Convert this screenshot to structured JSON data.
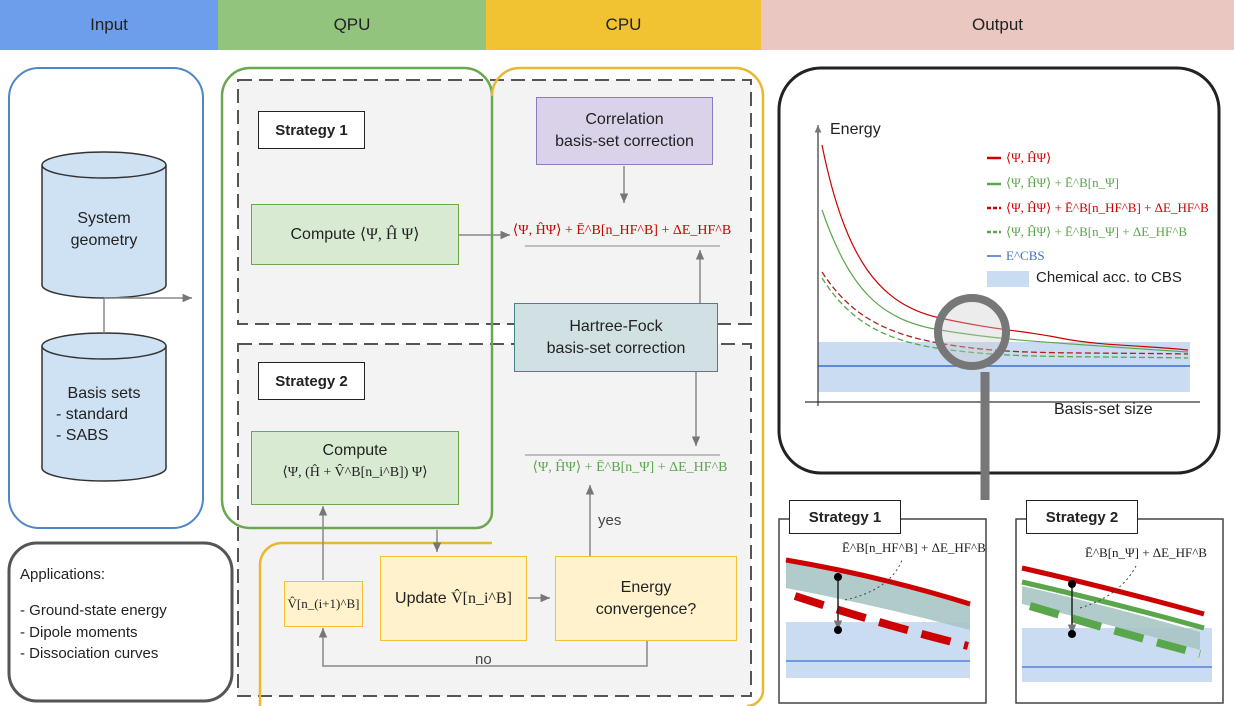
{
  "header": {
    "input": "Input",
    "qpu": "QPU",
    "cpu": "CPU",
    "output": "Output"
  },
  "colors": {
    "input": "#6d9eeb",
    "qpu": "#93c47d",
    "cpu": "#f1c232",
    "output": "#ebc7c1",
    "red": "#cc0000",
    "green": "#5aa64a",
    "blue": "#3d6fcf"
  },
  "input": {
    "cylinder1": "System\ngeometry",
    "cylinder2_title": "Basis sets",
    "cylinder2_items": [
      "- standard",
      "- SABS"
    ]
  },
  "applications": {
    "title": "Applications:",
    "items": [
      "- Ground-state energy",
      "- Dipole moments",
      "- Dissociation curves"
    ]
  },
  "strategy1": {
    "tag": "Strategy 1",
    "compute": "Compute",
    "compute_formula": "⟨Ψ, Ĥ Ψ⟩",
    "result_formula": "⟨Ψ, ĤΨ⟩ + Ē^B[n_HF^B] + ΔE_HF^B"
  },
  "strategy2": {
    "tag": "Strategy 2",
    "compute": "Compute",
    "compute_formula": "⟨Ψ, (Ĥ + V̂^B[n_i^B]) Ψ⟩",
    "vnext": "V̂[n_(i+1)^B]",
    "update": "Update",
    "update_formula": "V̂[n_i^B]",
    "energy": "Energy\nconvergence?",
    "yes": "yes",
    "no": "no",
    "result_formula": "⟨Ψ, ĤΨ⟩ + Ē^B[n_Ψ] + ΔE_HF^B"
  },
  "cpu": {
    "correlation": "Correlation\nbasis-set correction",
    "hartree_fock": "Hartree-Fock\nbasis-set correction"
  },
  "output": {
    "ylabel": "Energy",
    "xlabel": "Basis-set size",
    "legend": [
      {
        "label": "⟨Ψ, ĤΨ⟩",
        "style": "solid",
        "color": "#cc0000"
      },
      {
        "label": "⟨Ψ, ĤΨ⟩ + Ē^B[n_Ψ]",
        "style": "solid",
        "color": "#5aa64a"
      },
      {
        "label": "⟨Ψ, ĤΨ⟩ + Ē^B[n_HF^B] + ΔE_HF^B",
        "style": "dashed",
        "color": "#cc0000"
      },
      {
        "label": "⟨Ψ, ĤΨ⟩ + Ē^B[n_Ψ] + ΔE_HF^B",
        "style": "dashed",
        "color": "#5aa64a"
      },
      {
        "label": "E^CBS",
        "style": "solid",
        "color": "#3d6fcf"
      },
      {
        "label": "Chemical acc. to CBS",
        "style": "band",
        "color": "#c9dcf2"
      }
    ],
    "zoom1_tag": "Strategy 1",
    "zoom1_label": "Ē^B[n_HF^B] + ΔE_HF^B",
    "zoom2_tag": "Strategy 2",
    "zoom2_label": "Ē^B[n_Ψ] + ΔE_HF^B"
  }
}
